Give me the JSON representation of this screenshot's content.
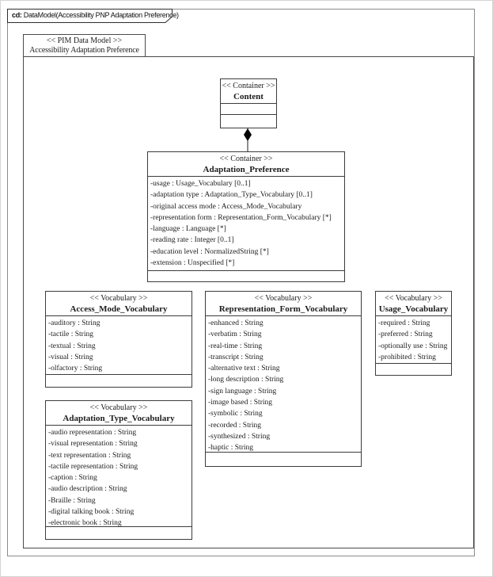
{
  "diagram": {
    "tab_keyword": "cd:",
    "tab_title": " DataModel(Accessibility PNP Adaptation Preference)"
  },
  "package": {
    "stereotype": "<< PIM Data Model >>",
    "name": "Accessibility Adaptation Preference"
  },
  "classes": {
    "content": {
      "stereotype": "<< Container >>",
      "name": "Content",
      "attributes": []
    },
    "adaptation_preference": {
      "stereotype": "<< Container >>",
      "name": "Adaptation_Preference",
      "attributes": [
        "-usage : Usage_Vocabulary [0..1]",
        "-adaptation type : Adaptation_Type_Vocabulary [0..1]",
        "-original access mode : Access_Mode_Vocabulary",
        "-representation form : Representation_Form_Vocabulary [*]",
        "-language : Language [*]",
        "-reading rate : Integer [0..1]",
        "-education level : NormalizedString [*]",
        "-extension : Unspecified [*]"
      ]
    },
    "access_mode": {
      "stereotype": "<< Vocabulary >>",
      "name": "Access_Mode_Vocabulary",
      "attributes": [
        "-auditory : String",
        "-tactile : String",
        "-textual : String",
        "-visual : String",
        "-olfactory : String"
      ]
    },
    "adaptation_type": {
      "stereotype": "<< Vocabulary >>",
      "name": "Adaptation_Type_Vocabulary",
      "attributes": [
        "-audio representation : String",
        "-visual representation : String",
        "-text representation : String",
        "-tactile representation : String",
        "-caption : String",
        "-audio description : String",
        "-Braille : String",
        "-digital talking book : String",
        "-electronic book : String"
      ]
    },
    "representation_form": {
      "stereotype": "<< Vocabulary >>",
      "name": "Representation_Form_Vocabulary",
      "attributes": [
        "-enhanced : String",
        "-verbatim : String",
        "-real-time : String",
        "-transcript : String",
        "-alternative text : String",
        "-long description : String",
        "-sign language : String",
        "-image based : String",
        "-symbolic : String",
        "-recorded : String",
        "-synthesized : String",
        "-haptic : String"
      ]
    },
    "usage": {
      "stereotype": "<< Vocabulary >>",
      "name": "Usage_Vocabulary",
      "attributes": [
        "-required : String",
        "-preferred : String",
        "-optionally use : String",
        "-prohibited : String"
      ]
    }
  },
  "connector": {
    "type": "composition",
    "from": "Content",
    "to": "Adaptation_Preference"
  },
  "colors": {
    "class_border": "#3c3c3c",
    "frame_border": "#8a8a8a",
    "text": "#1c1c1c",
    "background": "#ffffff"
  }
}
